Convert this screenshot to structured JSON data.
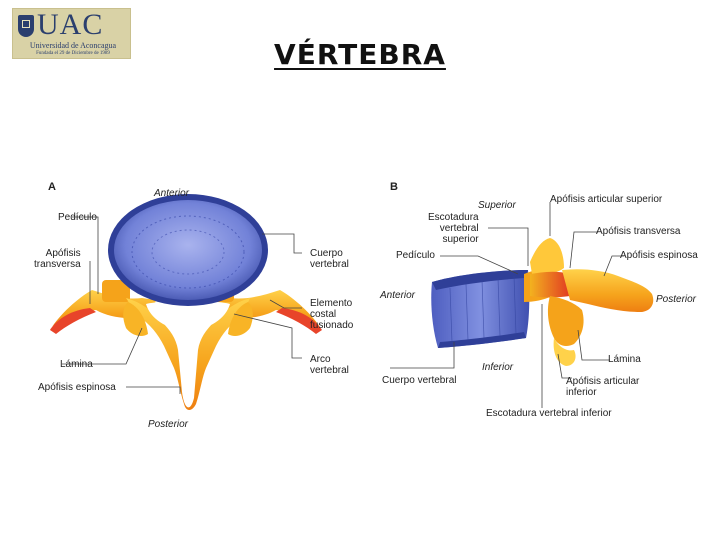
{
  "logo": {
    "brand": "UAC",
    "name": "Universidad de Aconcagua",
    "motto": "Fundada el 29 de Diciembre de 1989"
  },
  "title": "VÉRTEBRA",
  "panel_a": {
    "letter": "A",
    "labels": {
      "anterior": "Anterior",
      "pediculo": "Pedículo",
      "apofisis_transversa": "Apófisis\ntransversa",
      "lamina": "Lámina",
      "apofisis_espinosa": "Apófisis espinosa",
      "posterior": "Posterior",
      "cuerpo_vertebral": "Cuerpo\nvertebral",
      "elemento_costal": "Elemento\ncostal\nfusionado",
      "arco_vertebral": "Arco\nvertebral"
    }
  },
  "panel_b": {
    "letter": "B",
    "labels": {
      "superior": "Superior",
      "escotadura_superior": "Escotadura\nvertebral\nsuperior",
      "pediculo": "Pedículo",
      "anterior": "Anterior",
      "cuerpo_vertebral": "Cuerpo vertebral",
      "inferior": "Inferior",
      "escotadura_inferior": "Escotadura vertebral inferior",
      "apofisis_articular_superior": "Apófisis articular superior",
      "apofisis_transversa": "Apófisis transversa",
      "apofisis_espinosa": "Apófisis espinosa",
      "posterior": "Posterior",
      "lamina": "Lámina",
      "apofisis_articular_inferior": "Apófisis articular\ninferior"
    }
  },
  "colors": {
    "body_blue": "#6f7fd6",
    "body_blue_dark": "#3f4fae",
    "bone_orange": "#f5a31a",
    "bone_yellow": "#ffd84a",
    "costal_red": "#e8442a",
    "text": "#222222"
  }
}
